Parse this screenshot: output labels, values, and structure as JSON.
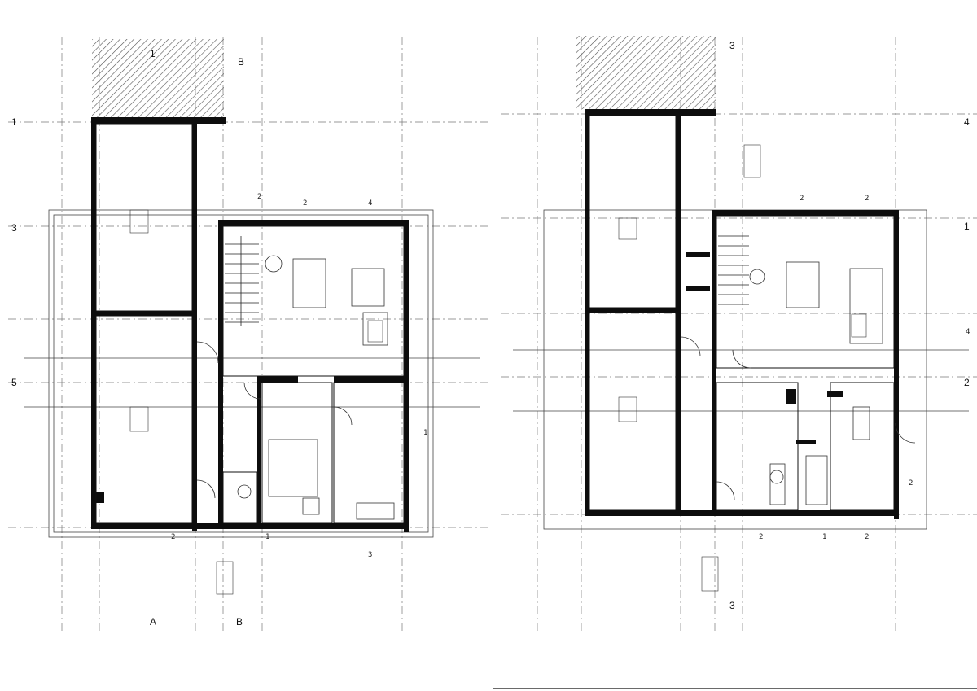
{
  "drawing": {
    "left_plan": {
      "axis_bottom_left": "A",
      "axis_bottom_mid": "B",
      "axis_top_left": "1",
      "axis_top_mid": "B",
      "axis_side": "1",
      "axis_side_2": "3",
      "axis_side_3": "5",
      "dims": [
        "2",
        "1",
        "2",
        "4",
        "3",
        "2",
        "1"
      ]
    },
    "right_plan": {
      "axis_top": "3",
      "axis_bottom": "3",
      "axis_side_top": "4",
      "axis_side_mid": "1",
      "axis_side_bot": "2",
      "dims": [
        "2",
        "2",
        "4",
        "2",
        "1",
        "2",
        "2"
      ]
    },
    "colors": {
      "line": "#111111",
      "wall": "#0d0d0d",
      "hatch": "#555555",
      "dim": "#444444"
    }
  }
}
